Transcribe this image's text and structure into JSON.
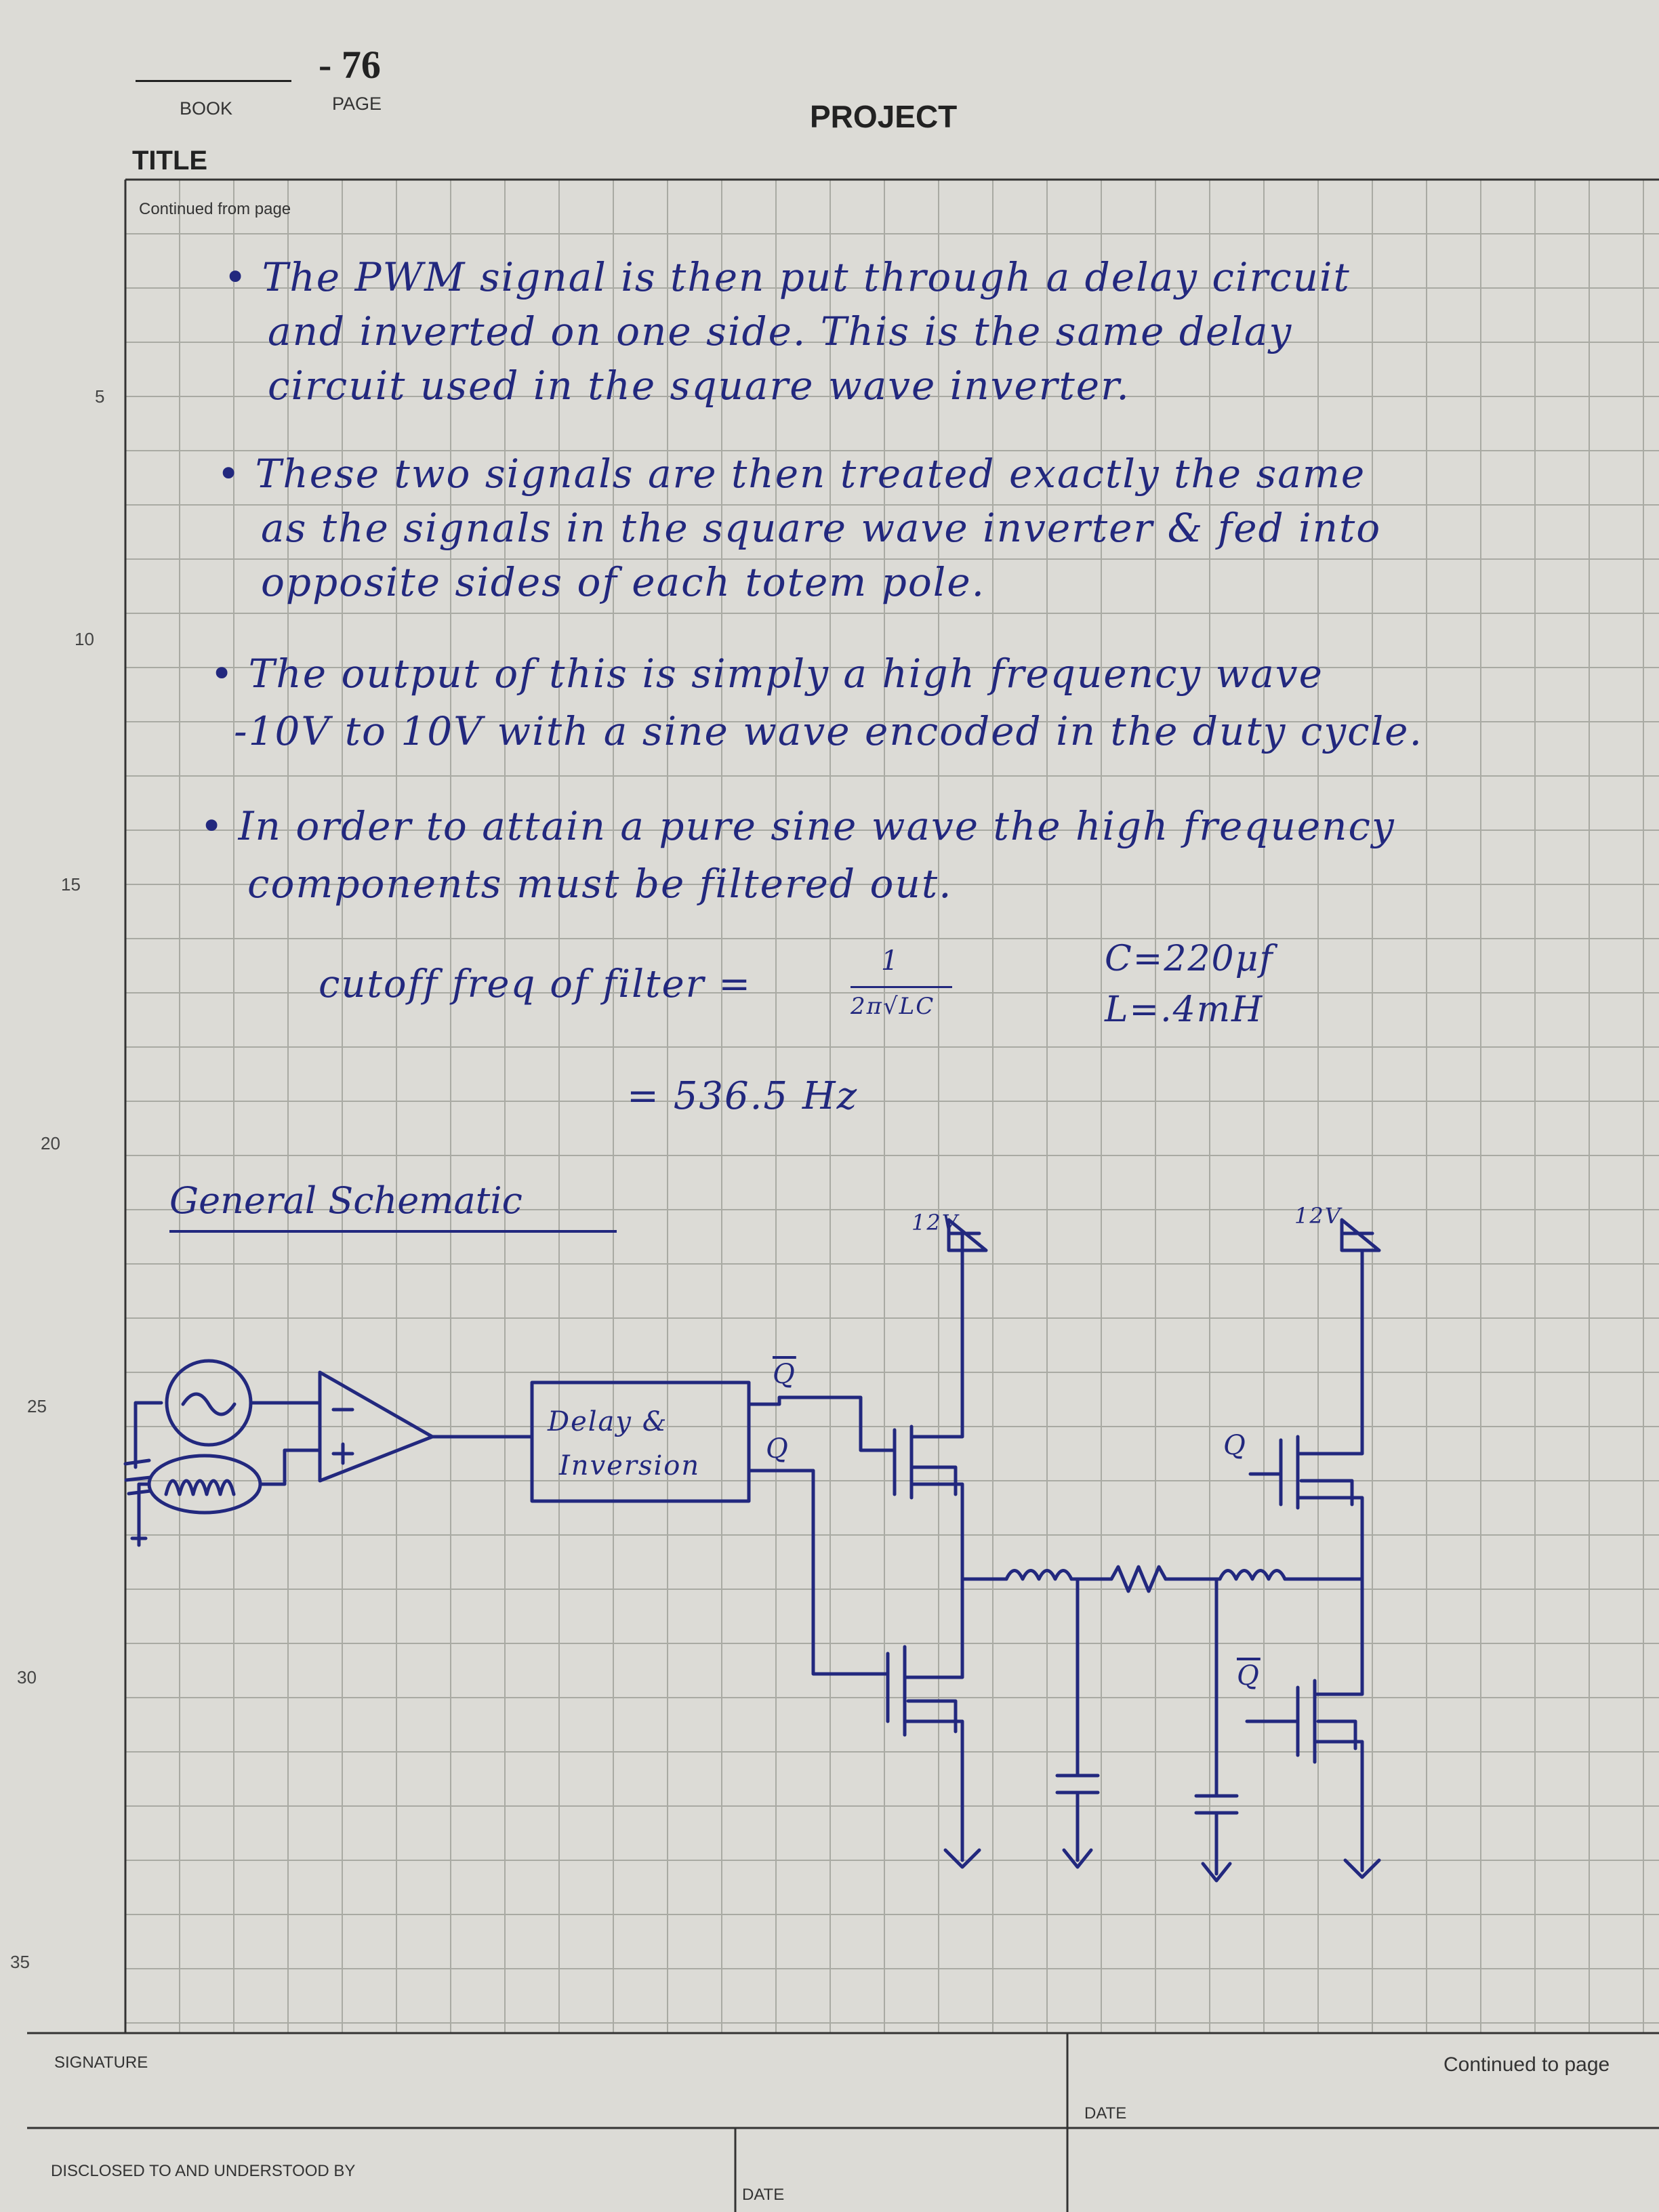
{
  "header": {
    "page_number": "- 76",
    "book_label": "BOOK",
    "page_label": "PAGE",
    "project_label": "PROJECT",
    "title_label": "TITLE",
    "continued_from": "Continued from page"
  },
  "line_numbers": [
    "5",
    "10",
    "15",
    "20",
    "25",
    "30",
    "35"
  ],
  "notes": {
    "line1": "• The PWM signal is then put through a delay circuit",
    "line2": "and inverted on one side. This is the same delay",
    "line3": "circuit used in the square wave inverter.",
    "line4": "• These two signals are then treated exactly the same",
    "line5": "as the signals in the square wave inverter & fed into",
    "line6": "opposite sides of each totem pole.",
    "line7": "• The output of this is simply a high frequency wave",
    "line8": "-10V to 10V with a sine wave encoded in the duty cycle.",
    "line9": "• In order to attain a pure sine wave the high frequency",
    "line10": "components must be filtered out."
  },
  "formula": {
    "label": "cutoff freq of filter =",
    "numerator": "1",
    "denominator": "2π√LC",
    "result": "= 536.5 Hz",
    "cap_value": "C=220μf",
    "ind_value": "L=.4mH"
  },
  "schematic": {
    "title": "General Schematic",
    "block_line1": "Delay &",
    "block_line2": "Inversion",
    "supply_left": "12V",
    "supply_right": "12V",
    "out_q": "Q",
    "out_qbar": "Q",
    "gate_left_top": "Q",
    "gate_left_bottom": "Q"
  },
  "footer": {
    "signature": "SIGNATURE",
    "disclosed": "DISCLOSED TO AND UNDERSTOOD BY",
    "date1": "DATE",
    "date2": "DATE",
    "continued_to": "Continued to page"
  },
  "colors": {
    "ink": "#22287e",
    "grid": "#a9aaa3",
    "paper": "#dcdbd6"
  }
}
